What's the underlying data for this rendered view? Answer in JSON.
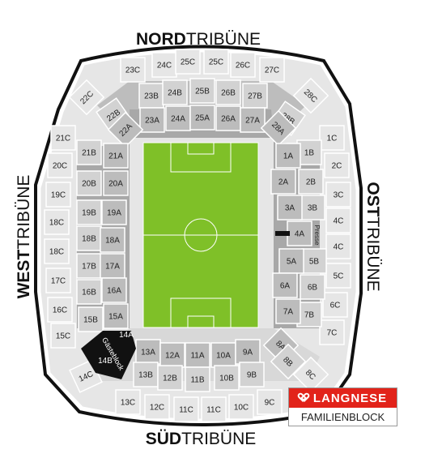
{
  "tribunes": {
    "north": {
      "bold": "NORD",
      "light": "TRIBÜNE"
    },
    "south": {
      "bold": "SÜD",
      "light": "TRIBÜNE"
    },
    "west": {
      "bold": "WEST",
      "light": "TRIBÜNE"
    },
    "east": {
      "bold": "OST",
      "light": "TRIBÜNE"
    }
  },
  "press_label": "Presse",
  "guest_block": {
    "id": "14A",
    "name": "Gästeblock",
    "sub": "14B"
  },
  "sponsor": {
    "brand": "LANGNESE",
    "caption": "FAMILIENBLOCK",
    "color": "#e2231a"
  },
  "colors": {
    "outer": "#e6e6e6",
    "inner": "#a8a8a8",
    "grey_mid": "#bdbdbd",
    "pitch": "#7fc028",
    "guest": "#111111"
  },
  "blocks": [
    {
      "id": "23C"
    },
    {
      "id": "24C"
    },
    {
      "id": "25C"
    },
    {
      "id": "25C"
    },
    {
      "id": "26C"
    },
    {
      "id": "27C"
    },
    {
      "id": "22C"
    },
    {
      "id": "28C"
    },
    {
      "id": "23B"
    },
    {
      "id": "24B"
    },
    {
      "id": "25B"
    },
    {
      "id": "26B"
    },
    {
      "id": "27B"
    },
    {
      "id": "22B"
    },
    {
      "id": "28B"
    },
    {
      "id": "23A"
    },
    {
      "id": "24A"
    },
    {
      "id": "25A"
    },
    {
      "id": "26A"
    },
    {
      "id": "27A"
    },
    {
      "id": "22A"
    },
    {
      "id": "28A"
    },
    {
      "id": "21C"
    },
    {
      "id": "20C"
    },
    {
      "id": "19C"
    },
    {
      "id": "18C"
    },
    {
      "id": "18C"
    },
    {
      "id": "17C"
    },
    {
      "id": "16C"
    },
    {
      "id": "15C"
    },
    {
      "id": "21B"
    },
    {
      "id": "20B"
    },
    {
      "id": "19B"
    },
    {
      "id": "18B"
    },
    {
      "id": "17B"
    },
    {
      "id": "16B"
    },
    {
      "id": "15B"
    },
    {
      "id": "21A"
    },
    {
      "id": "20A"
    },
    {
      "id": "19A"
    },
    {
      "id": "18A"
    },
    {
      "id": "17A"
    },
    {
      "id": "16A"
    },
    {
      "id": "15A"
    },
    {
      "id": "1C"
    },
    {
      "id": "2C"
    },
    {
      "id": "3C"
    },
    {
      "id": "4C"
    },
    {
      "id": "4C"
    },
    {
      "id": "5C"
    },
    {
      "id": "6C"
    },
    {
      "id": "7C"
    },
    {
      "id": "1B"
    },
    {
      "id": "2B"
    },
    {
      "id": "3B"
    },
    {
      "id": "5B"
    },
    {
      "id": "6B"
    },
    {
      "id": "7B"
    },
    {
      "id": "1A"
    },
    {
      "id": "2A"
    },
    {
      "id": "3A"
    },
    {
      "id": "4A"
    },
    {
      "id": "5A"
    },
    {
      "id": "6A"
    },
    {
      "id": "7A"
    },
    {
      "id": "13A"
    },
    {
      "id": "12A"
    },
    {
      "id": "11A"
    },
    {
      "id": "10A"
    },
    {
      "id": "9A"
    },
    {
      "id": "8A"
    },
    {
      "id": "13B"
    },
    {
      "id": "12B"
    },
    {
      "id": "11B"
    },
    {
      "id": "10B"
    },
    {
      "id": "9B"
    },
    {
      "id": "8B"
    },
    {
      "id": "14C"
    },
    {
      "id": "13C"
    },
    {
      "id": "12C"
    },
    {
      "id": "11C"
    },
    {
      "id": "11C"
    },
    {
      "id": "10C"
    },
    {
      "id": "9C"
    },
    {
      "id": "8C"
    }
  ]
}
